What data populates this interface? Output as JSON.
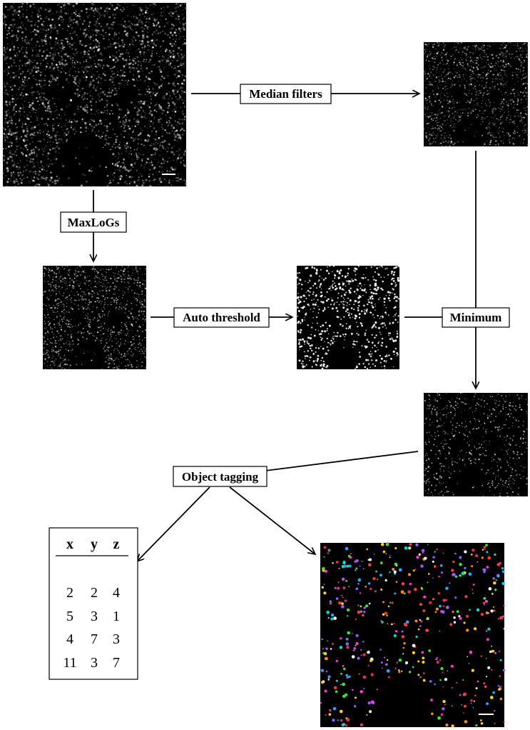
{
  "steps": {
    "median": "Median filters",
    "maxlogs": "MaxLoGs",
    "auto_threshold": "Auto threshold",
    "minimum": "Minimum",
    "object_tagging": "Object tagging"
  },
  "table": {
    "headers": [
      "x",
      "y",
      "z"
    ],
    "rows": [
      [
        "2",
        "2",
        "4"
      ],
      [
        "5",
        "3",
        "1"
      ],
      [
        "4",
        "7",
        "3"
      ],
      [
        "11",
        "3",
        "7"
      ]
    ]
  },
  "colors": {
    "background": "#ffffff",
    "line": "#000000",
    "image_bg": "#000000"
  }
}
